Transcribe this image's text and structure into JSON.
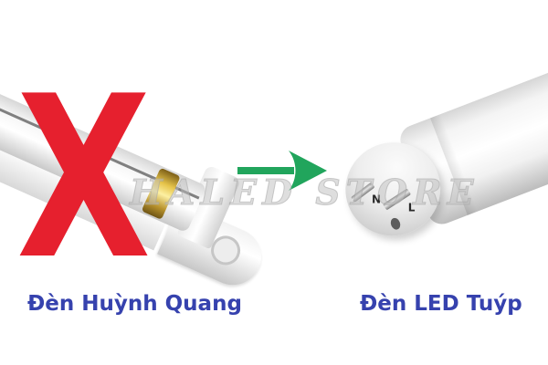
{
  "scene": {
    "background_color": "#ffffff",
    "watermark_text": "HALED STORE",
    "watermark_color": "#bdbdbd"
  },
  "annotations": {
    "x_mark_glyph": "X",
    "x_mark_color": "#e6202e",
    "arrow_direction": "right",
    "arrow_color": "#21a55c"
  },
  "products": {
    "left": {
      "label": "Đèn Huỳnh Quang",
      "label_color": "#3642ae"
    },
    "right": {
      "label": "Đèn LED Tuýp",
      "label_color": "#3642ae",
      "pin_labels": {
        "n": "N",
        "l": "L"
      }
    }
  }
}
